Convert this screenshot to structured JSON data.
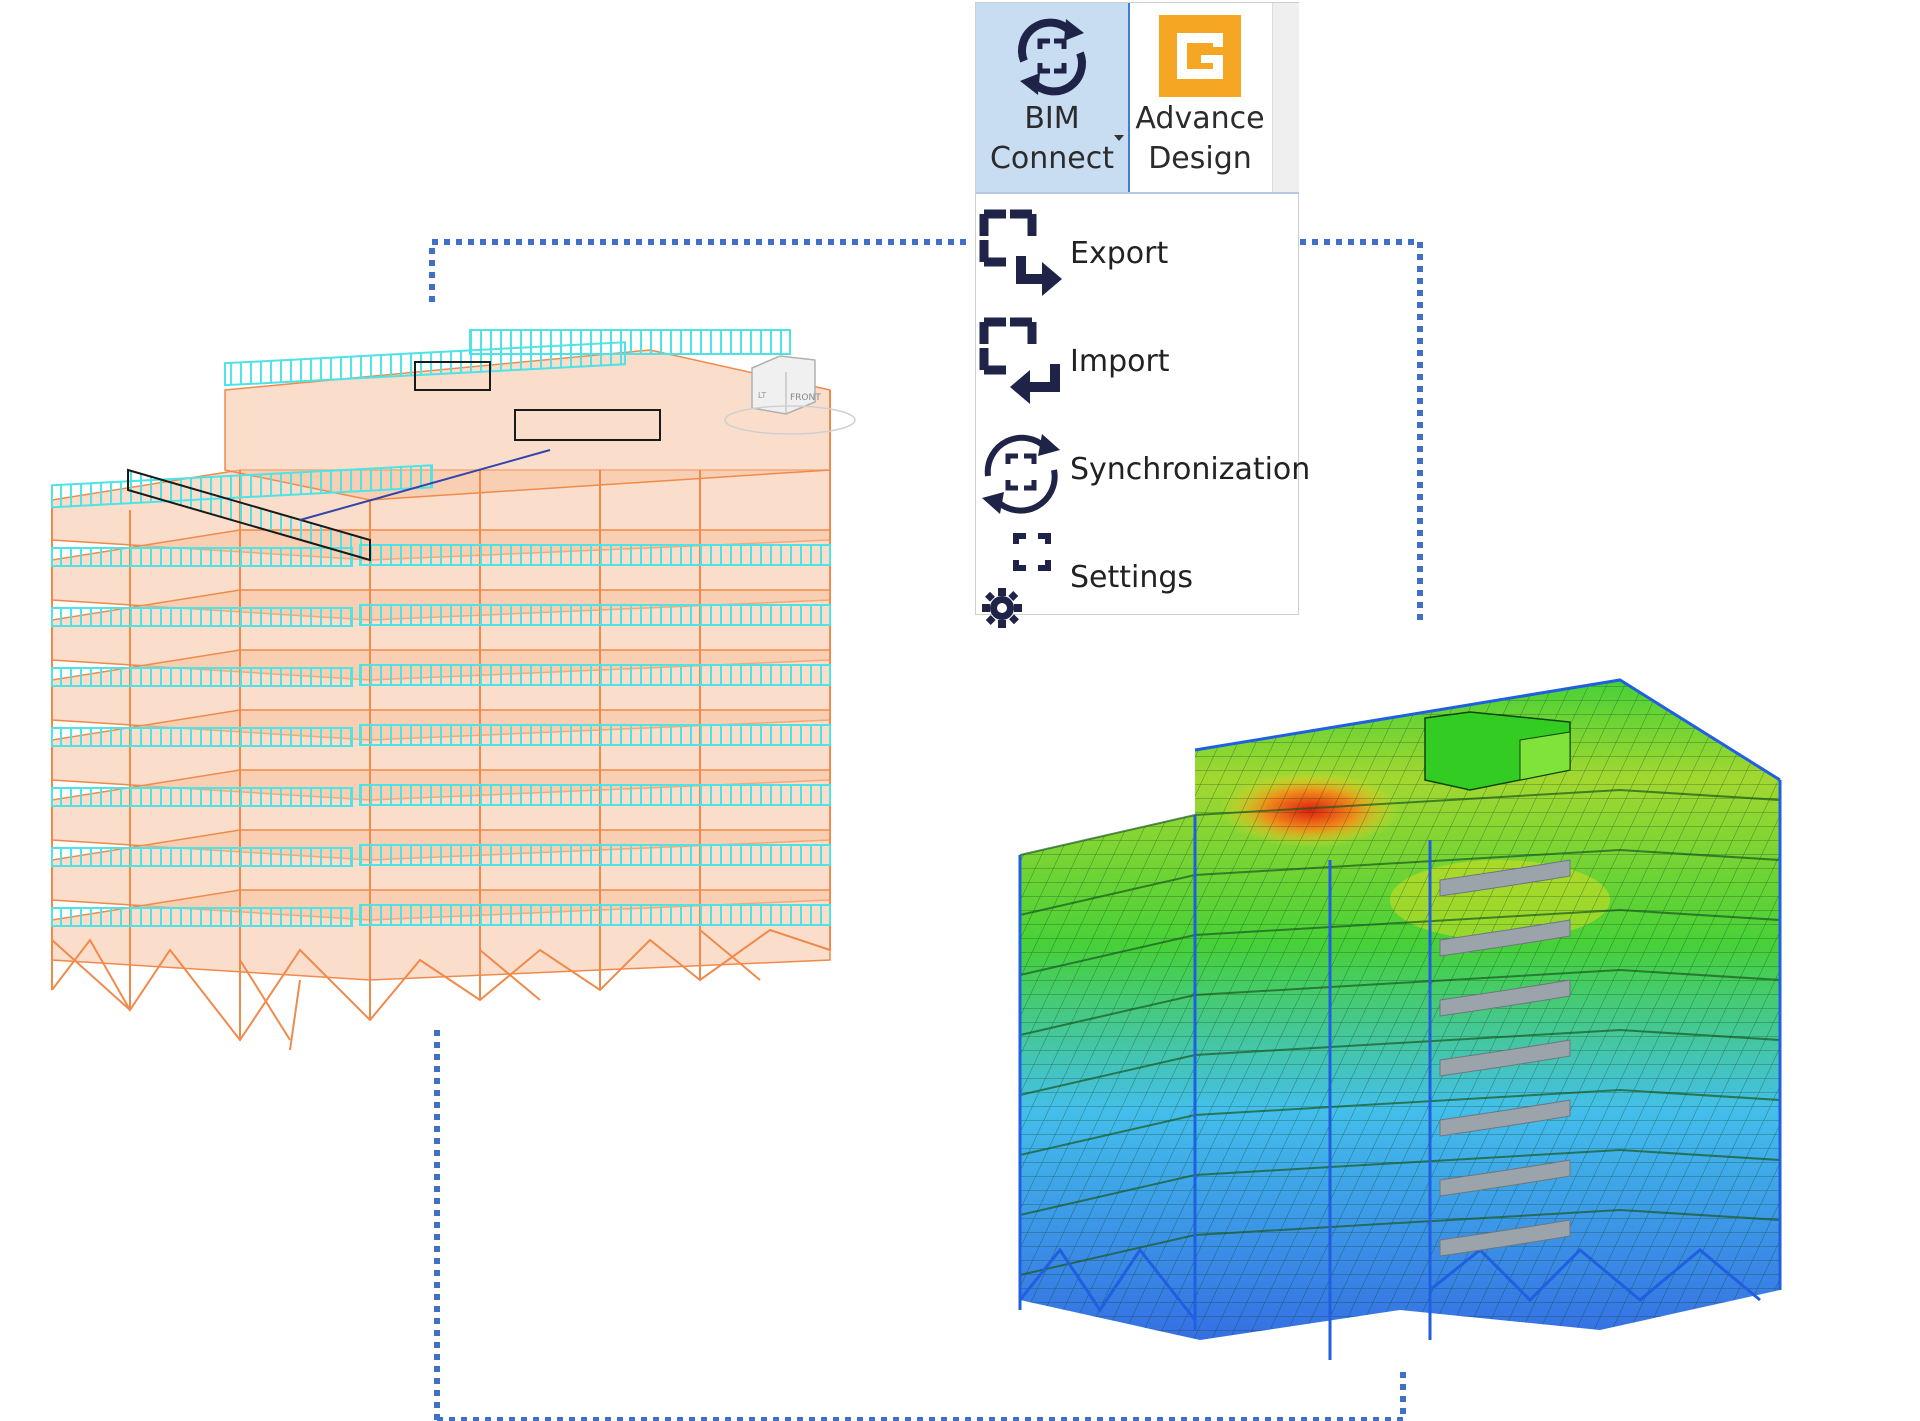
{
  "ribbon": {
    "bim_connect": {
      "line1": "BIM",
      "line2": "Connect",
      "icon": "bim-connect-sync-icon"
    },
    "advance_design": {
      "line1": "Advance",
      "line2": "Design",
      "icon": "advance-design-logo-icon"
    }
  },
  "menu": {
    "items": [
      {
        "label": "Export",
        "icon": "export-icon"
      },
      {
        "label": "Import",
        "icon": "import-icon"
      },
      {
        "label": "Synchronization",
        "icon": "synchronization-icon"
      },
      {
        "label": "Settings",
        "icon": "settings-gear-icon"
      }
    ]
  },
  "viewcube": {
    "face_label": "FRONT",
    "side_label": "LT"
  },
  "colors": {
    "connector_dots": "#3f6fc6",
    "selected_button": "#c9ddf2",
    "logo_orange": "#f5a623",
    "icon_navy": "#1f2347",
    "analytical_orange": "#f08a4b",
    "slab_fill": "#f6c3a1",
    "cyan_members": "#4fe3e6",
    "fe_green": "#33cc22",
    "fe_blue": "#1f5fe0",
    "fe_red": "#e01e10"
  }
}
